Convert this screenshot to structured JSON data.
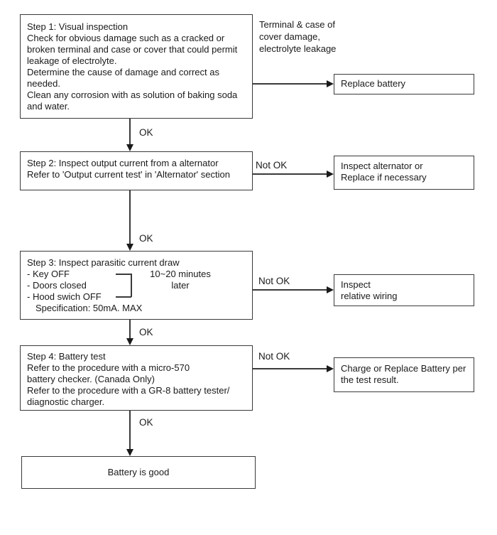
{
  "boxes": {
    "step1": {
      "lines": [
        "Step 1: Visual inspection",
        "Check for obvious damage such as a cracked or",
        "broken terminal and case or cover that could permit",
        "leakage of electrolyte.",
        "Determine the cause of damage and correct as",
        "needed.",
        "Clean any corrosion with as solution of baking soda",
        "and water."
      ]
    },
    "step2": {
      "lines": [
        "Step 2: Inspect output current from a alternator",
        "Refer to 'Output current test' in 'Alternator' section"
      ]
    },
    "step3": {
      "title": "Step 3: Inspect parasitic current draw",
      "items": [
        "- Key OFF",
        "- Doors closed",
        "- Hood swich OFF"
      ],
      "spec": "Specification: 50mA. MAX",
      "timing_line1": "10~20 minutes",
      "timing_line2": "later"
    },
    "step4": {
      "lines": [
        "Step 4: Battery test",
        "Refer to the procedure with a micro-570",
        "battery checker. (Canada Only)",
        "Refer to the procedure with a GR-8 battery tester/",
        "diagnostic charger."
      ]
    },
    "battery_good": {
      "label": "Battery is good"
    },
    "replace_battery": {
      "label": "Replace battery"
    },
    "inspect_alternator": {
      "lines": [
        "Inspect alternator or",
        "Replace if necessary"
      ]
    },
    "inspect_wiring": {
      "lines": [
        "Inspect",
        "relative wiring"
      ]
    },
    "charge_or_replace": {
      "lines": [
        "Charge or Replace Battery per",
        "the test result."
      ]
    }
  },
  "annotations": {
    "terminal_note": {
      "lines": [
        "Terminal & case of",
        "cover damage,",
        "electrolyte leakage"
      ]
    }
  },
  "labels": {
    "ok": "OK",
    "not_ok": "Not OK"
  },
  "colors": {
    "line": "#3a3a3a",
    "text": "#1a1a1a",
    "background": "#ffffff"
  }
}
